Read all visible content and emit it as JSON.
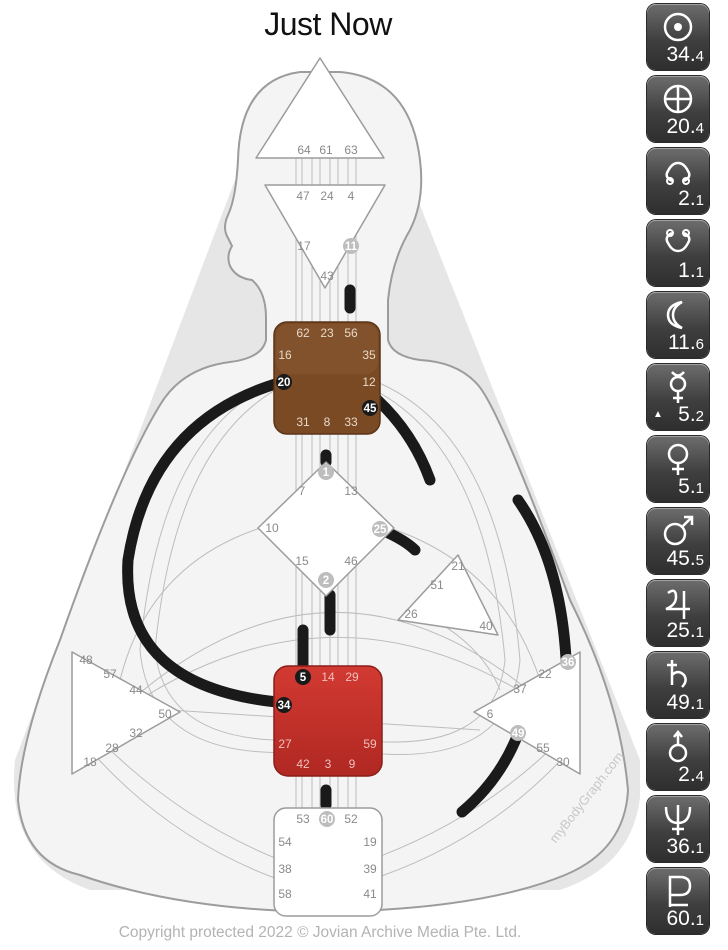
{
  "title": "Just Now",
  "copyright": "Copyright protected 2022 © Jovian Archive Media Pte. Ltd.",
  "watermark": "myBodyGraph.com",
  "colors": {
    "g_center": "#7a4a25",
    "sacral": "#c0302a",
    "channel": "#1a1a1a",
    "panel": "#4a4a4a"
  },
  "planets": [
    {
      "icon": "sun-icon",
      "gate": "34",
      "line": "4"
    },
    {
      "icon": "earth-icon",
      "gate": "20",
      "line": "4"
    },
    {
      "icon": "north-node-icon",
      "gate": "2",
      "line": "1"
    },
    {
      "icon": "south-node-icon",
      "gate": "1",
      "line": "1"
    },
    {
      "icon": "moon-icon",
      "gate": "11",
      "line": "6"
    },
    {
      "icon": "mercury-icon",
      "gate": "5",
      "line": "2",
      "marker": "▲"
    },
    {
      "icon": "venus-icon",
      "gate": "5",
      "line": "1"
    },
    {
      "icon": "mars-icon",
      "gate": "45",
      "line": "5"
    },
    {
      "icon": "jupiter-icon",
      "gate": "25",
      "line": "1"
    },
    {
      "icon": "saturn-icon",
      "gate": "49",
      "line": "1"
    },
    {
      "icon": "uranus-icon",
      "gate": "2",
      "line": "4"
    },
    {
      "icon": "neptune-icon",
      "gate": "36",
      "line": "1"
    },
    {
      "icon": "pluto-icon",
      "gate": "60",
      "line": "1"
    }
  ],
  "gates": {
    "head": [
      "64",
      "61",
      "63"
    ],
    "ajna": [
      "47",
      "24",
      "4",
      "17",
      "11",
      "43"
    ],
    "throat": [
      "62",
      "23",
      "56",
      "16",
      "35",
      "20",
      "12",
      "45",
      "31",
      "8",
      "33"
    ],
    "g": [
      "1",
      "7",
      "13",
      "10",
      "25",
      "15",
      "46",
      "2"
    ],
    "heart": [
      "21",
      "51",
      "26",
      "40"
    ],
    "spleen": [
      "48",
      "57",
      "44",
      "50",
      "32",
      "28",
      "18"
    ],
    "sacral": [
      "5",
      "14",
      "29",
      "34",
      "27",
      "59",
      "42",
      "3",
      "9"
    ],
    "solar": [
      "36",
      "22",
      "37",
      "6",
      "49",
      "55",
      "30"
    ],
    "root": [
      "53",
      "60",
      "52",
      "54",
      "19",
      "38",
      "39",
      "58",
      "41"
    ]
  }
}
